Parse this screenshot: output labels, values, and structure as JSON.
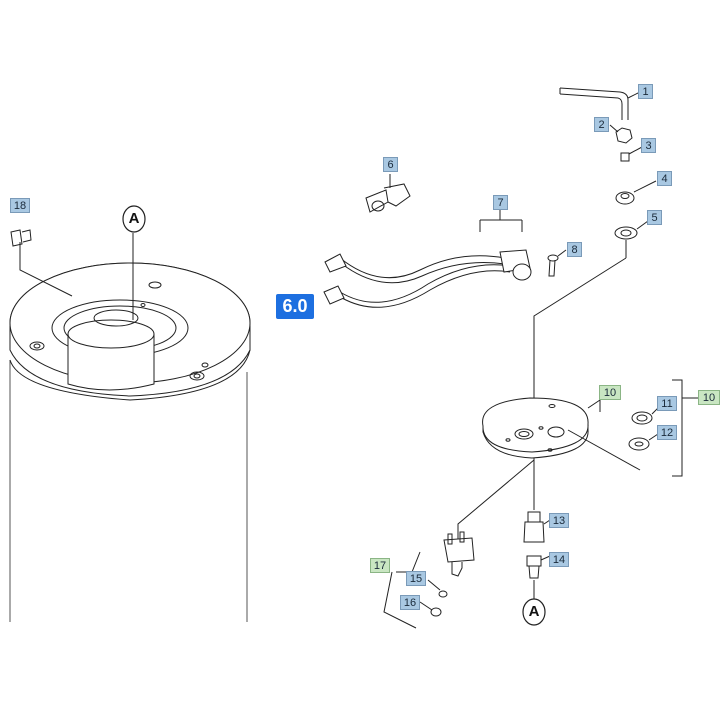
{
  "diagram": {
    "callouts": [
      {
        "id": "c1",
        "text": "1",
        "style": "blue"
      },
      {
        "id": "c2",
        "text": "2",
        "style": "blue"
      },
      {
        "id": "c3",
        "text": "3",
        "style": "blue"
      },
      {
        "id": "c4",
        "text": "4",
        "style": "blue"
      },
      {
        "id": "c5",
        "text": "5",
        "style": "blue"
      },
      {
        "id": "c6",
        "text": "6",
        "style": "blue"
      },
      {
        "id": "c7",
        "text": "7",
        "style": "blue"
      },
      {
        "id": "c8",
        "text": "8",
        "style": "blue"
      },
      {
        "id": "c10a",
        "text": "10",
        "style": "green"
      },
      {
        "id": "c10b",
        "text": "10",
        "style": "green"
      },
      {
        "id": "c11",
        "text": "11",
        "style": "blue"
      },
      {
        "id": "c12",
        "text": "12",
        "style": "blue"
      },
      {
        "id": "c13",
        "text": "13",
        "style": "blue"
      },
      {
        "id": "c14",
        "text": "14",
        "style": "blue"
      },
      {
        "id": "c15",
        "text": "15",
        "style": "blue"
      },
      {
        "id": "c16",
        "text": "16",
        "style": "blue"
      },
      {
        "id": "c17",
        "text": "17",
        "style": "green"
      },
      {
        "id": "c18",
        "text": "18",
        "style": "blue"
      }
    ],
    "highlight_label": "6.0",
    "view_marker_top": "A",
    "view_marker_bottom": "A",
    "colors": {
      "blue_tag": "#a9c8e2",
      "green_tag": "#c9e6c2",
      "highlight": "#1d6fe0",
      "line": "#222222"
    }
  }
}
